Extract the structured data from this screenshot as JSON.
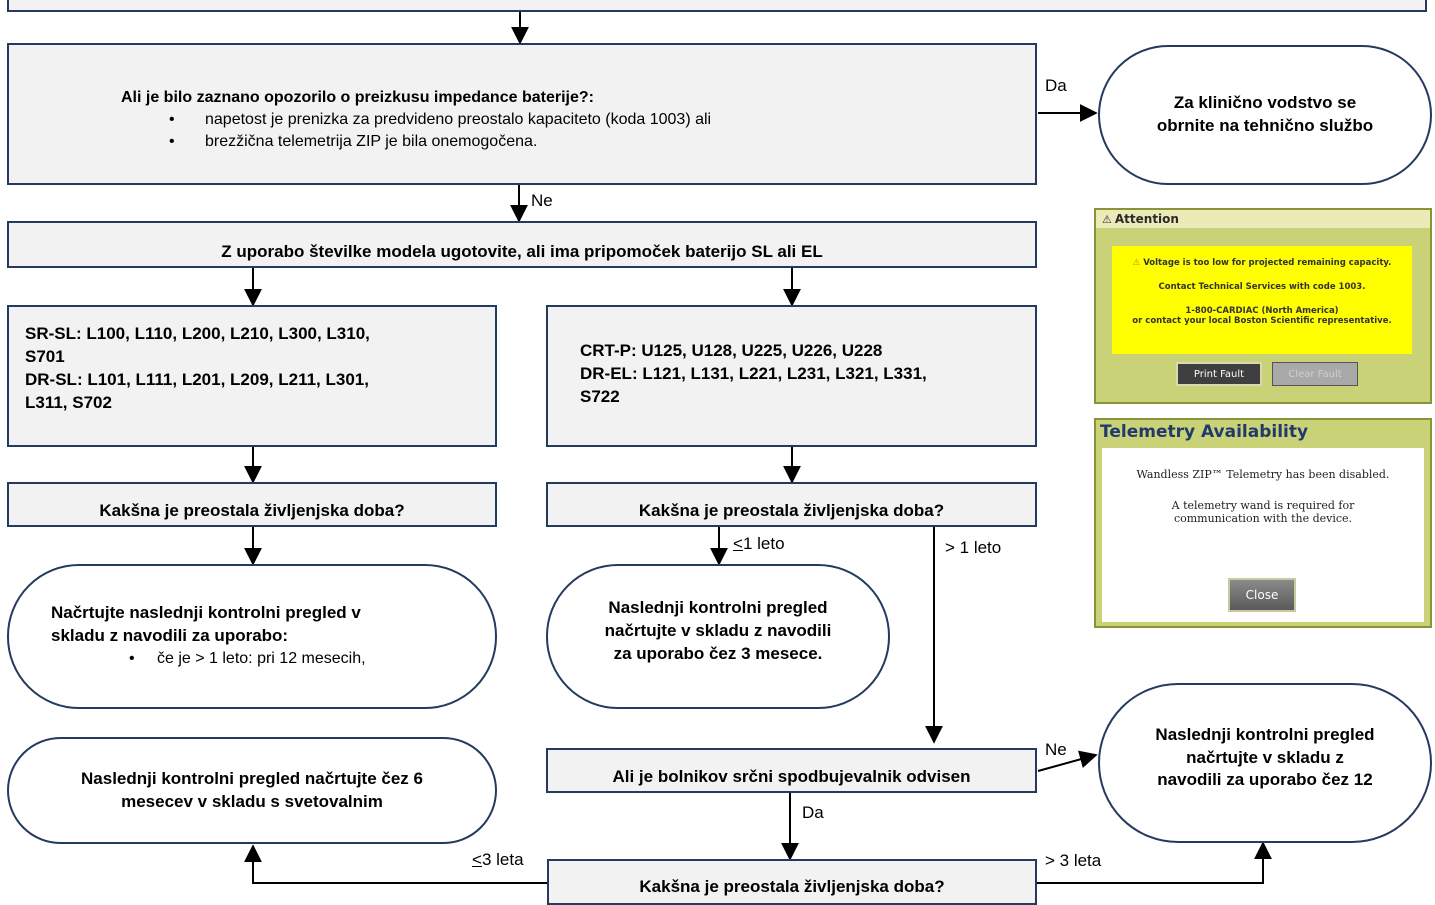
{
  "colors": {
    "border": "#243a5e",
    "box_fill": "#f2f2f2",
    "panel_green": "#c9d277",
    "alert_yellow": "#ffff00"
  },
  "q_alert": {
    "title": "Ali je bilo zaznano opozorilo o preizkusu impedance baterije?:",
    "bullets": [
      "napetost je prenizka za predvideno preostalo kapaciteto (koda 1003) ali",
      "brezžična telemetrija ZIP je bila onemogočena."
    ]
  },
  "label_da_top": "Da",
  "label_ne_top": "Ne",
  "contact_box": {
    "line1": "Za klinično vodstvo se",
    "line2": "obrnite na tehnično službo"
  },
  "model_box": "Z uporabo številke modela ugotovite, ali ima pripomoček baterijo SL ali EL",
  "sl_box": {
    "line1": "SR-SL: L100, L110, L200, L210, L300, L310,",
    "line2": "S701",
    "line3": "DR-SL: L101, L111, L201, L209, L211, L301,",
    "line4": "L311, S702"
  },
  "el_box": {
    "line1": "CRT-P: U125, U128, U225, U226, U228",
    "line2": "DR-EL: L121, L131, L221, L231, L321, L331,",
    "line3": "S722"
  },
  "life_question": "Kakšna je preostala življenjska doba?",
  "label_le1": "1 leto",
  "label_le_sym": "<",
  "label_gt1": "> 1 leto",
  "sl_result": {
    "line1": "Načrtujte naslednji kontrolni pregled v",
    "line2": "skladu z navodili za uporabo:",
    "bullet": "če je > 1 leto: pri 12 mesecih,"
  },
  "three_month": {
    "line1": "Naslednji kontrolni pregled",
    "line2": "načrtujte v skladu z navodili",
    "line3": "za uporabo čez 3 mesece."
  },
  "dependent_q": "Ali je bolnikov srčni spodbujevalnik odvisen",
  "label_ne_dep": "Ne",
  "label_da_dep": "Da",
  "twelve_month": {
    "line1": "Naslednji kontrolni pregled",
    "line2": "načrtujte v skladu z",
    "line3": "navodili za uporabo čez 12"
  },
  "six_month": {
    "line1": "Naslednji kontrolni pregled načrtujte čez 6",
    "line2": "mesecev v skladu s svetovalnim"
  },
  "label_le3": "3 leta",
  "label_gt3": "> 3 leta",
  "attention_panel": {
    "header": "Attention",
    "msg1": "Voltage is too low for projected remaining capacity.",
    "msg2": "Contact Technical Services with code 1003.",
    "msg3": "1-800-CARDIAC (North America)",
    "msg4": "or contact your local Boston Scientific representative.",
    "btn_print": "Print Fault",
    "btn_clear": "Clear Fault"
  },
  "telemetry_panel": {
    "header": "Telemetry Availability",
    "msg1": "Wandless ZIP™ Telemetry has been disabled.",
    "msg2": "A telemetry wand is required for",
    "msg3": "communication with the device.",
    "btn_close": "Close"
  }
}
